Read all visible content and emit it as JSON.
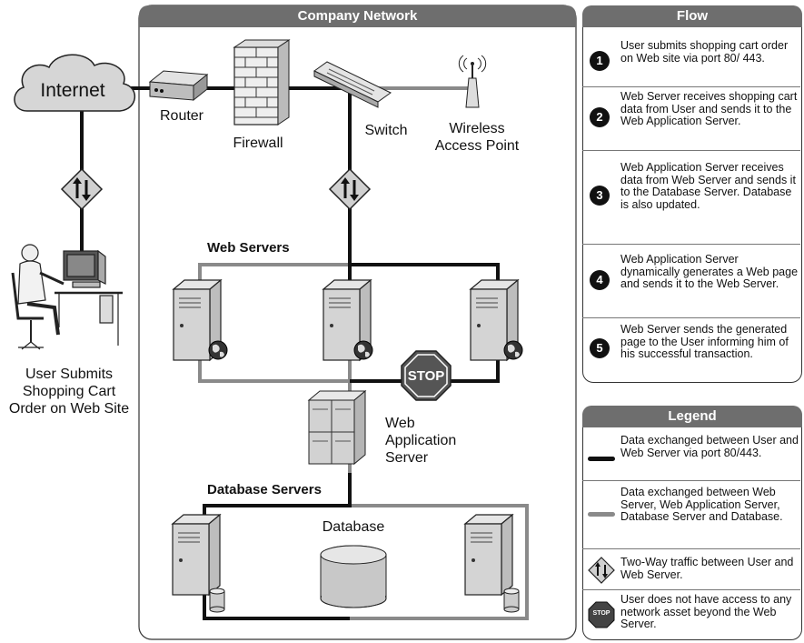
{
  "network_panel": {
    "title": "Company Network"
  },
  "labels": {
    "internet": "Internet",
    "router": "Router",
    "firewall": "Firewall",
    "switch": "Switch",
    "wireless_line1": "Wireless",
    "wireless_line2": "Access Point",
    "web_servers": "Web Servers",
    "stop": "STOP",
    "web_app_line1": "Web",
    "web_app_line2": "Application",
    "web_app_line3": "Server",
    "database_servers": "Database Servers",
    "database": "Database",
    "user_line1": "User Submits",
    "user_line2": "Shopping Cart",
    "user_line3": "Order on Web Site"
  },
  "flow": {
    "title": "Flow",
    "steps": [
      {
        "num": "1",
        "text": "User submits shopping cart order on Web site via port 80/ 443."
      },
      {
        "num": "2",
        "text": "Web Server receives shopping cart data from User and sends it to the Web Application Server."
      },
      {
        "num": "3",
        "text": "Web Application Server receives data from Web Server and sends it to the Database Server. Database is also updated."
      },
      {
        "num": "4",
        "text": "Web Application Server dynamically generates a Web page and sends it to the Web Server."
      },
      {
        "num": "5",
        "text": "Web Server sends the generated page to the User informing him of his successful transaction."
      }
    ]
  },
  "legend": {
    "title": "Legend",
    "stop_icon": "STOP",
    "items": [
      {
        "icon": "black-line",
        "text": "Data exchanged between User and Web Server via port 80/443."
      },
      {
        "icon": "gray-line",
        "text": "Data exchanged between Web Server, Web Application Server, Database Server and Database."
      },
      {
        "icon": "two-way-diamond",
        "text": "Two-Way traffic between User and Web Server."
      },
      {
        "icon": "stop-sign",
        "text": "User does not have access to any network asset beyond the Web Server."
      }
    ]
  },
  "colors": {
    "header": "#6e6e6e",
    "black_line": "#111111",
    "gray_line": "#8a8a8a"
  }
}
